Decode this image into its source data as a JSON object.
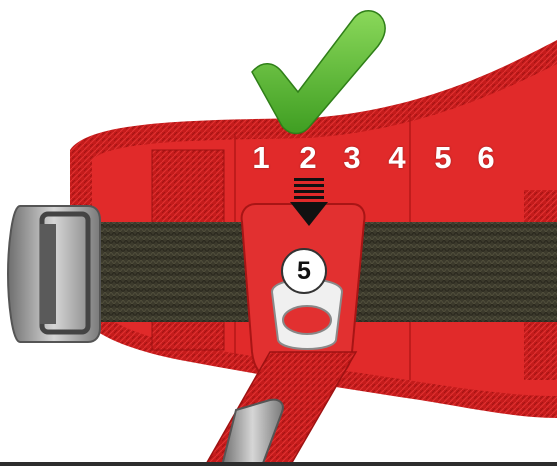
{
  "positions": [
    "1",
    "2",
    "3",
    "4",
    "5",
    "6"
  ],
  "selected_position_index": 1,
  "badge": {
    "number": "5"
  },
  "icons": {
    "checkmark": "check-icon",
    "pointer": "down-arrow-icon"
  },
  "colors": {
    "strap_red": "#d81f1f",
    "strap_dark": "#a81515",
    "webbing": "#3b3a2c",
    "check_green": "#55b52f",
    "buckle_gray": "#8c8c8c"
  }
}
